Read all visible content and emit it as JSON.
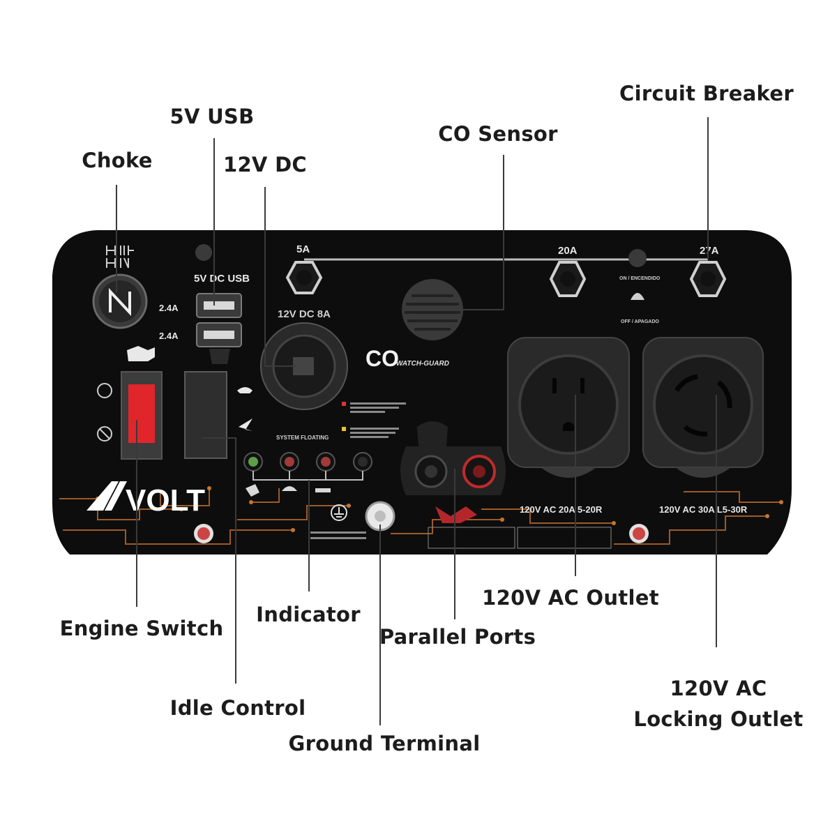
{
  "callouts": {
    "choke": "Choke",
    "usb": "5V USB",
    "dc12": "12V DC",
    "co_sensor": "CO Sensor",
    "circuit_breaker": "Circuit Breaker",
    "engine_switch": "Engine Switch",
    "indicator": "Indicator",
    "parallel_ports": "Parallel Ports",
    "ac_outlet": "120V AC Outlet",
    "idle_control": "Idle Control",
    "ground_terminal": "Ground Terminal",
    "locking_outlet_line1": "120V AC",
    "locking_outlet_line2": "Locking Outlet"
  },
  "panel": {
    "brand": "VOLT",
    "usb_label": "5V DC USB",
    "usb_amp_1": "2.4A",
    "usb_amp_2": "2.4A",
    "breaker_5a": "5A",
    "breaker_20a": "20A",
    "breaker_27a": "27A",
    "dc_label": "12V DC 8A",
    "co_big": "CO",
    "co_small": "WATCH-GUARD",
    "system_floating": "SYSTEM FLOATING",
    "outlet_20a_label": "120V AC 20A 5-20R",
    "outlet_30a_label": "120V AC 30A L5-30R",
    "on_label": "ON / ENCENDIDO",
    "off_label": "OFF / APAGADO"
  },
  "colors": {
    "panel_bg": "#0d0d0d",
    "switch_red": "#e0262b",
    "circuit_orange": "#c8752a",
    "leader_line": "#3a3a3a"
  }
}
